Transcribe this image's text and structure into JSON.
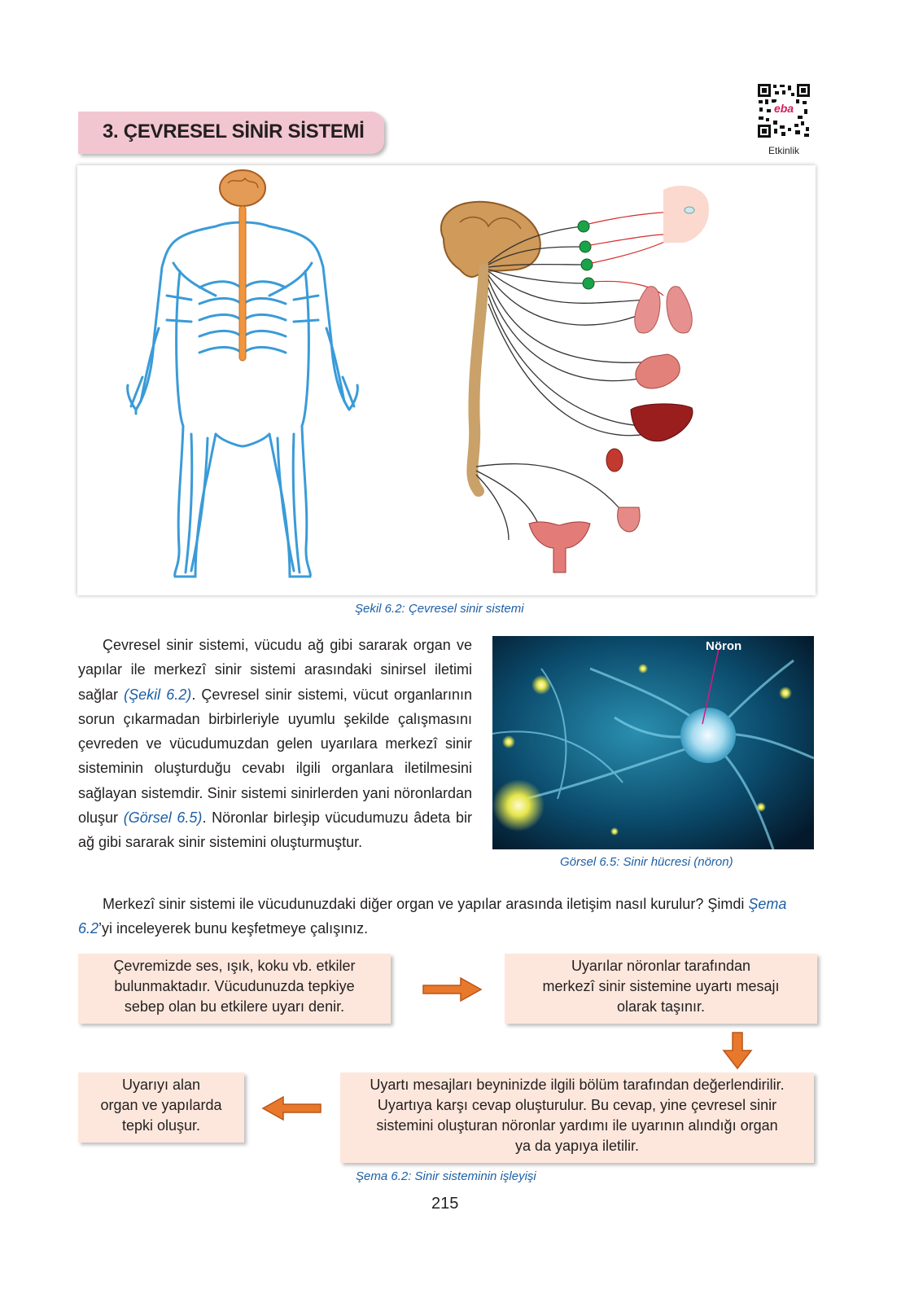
{
  "header": {
    "section_title": "3. ÇEVRESEL SİNİR SİSTEMİ",
    "qr_badge": "eba",
    "qr_caption": "Etkinlik"
  },
  "figure_6_2": {
    "caption": "Şekil 6.2: Çevresel sinir sistemi"
  },
  "body": {
    "p1_a": "Çevresel sinir sistemi, vücudu ağ gibi sararak organ ve yapılar ile merkezî sinir sistemi arasındaki sinirsel iletimi sağlar ",
    "p1_ref1": "(Şekil 6.2)",
    "p1_b": ". Çevresel sinir sistemi, vücut organlarının sorun çıkarmadan birbirleriyle uyumlu şekilde çalışmasını çevreden ve vücudumuzdan gelen uyarılara merkezî sinir sisteminin oluşturduğu cevabı ilgili organlara iletilmesini sağlayan sistemdir. Sinir sistemi sinirlerden yani nöronlardan oluşur ",
    "p1_ref2": "(Görsel 6.5)",
    "p1_c": ". Nöronlar birleşip vücudumuzu âdeta bir ağ gibi sararak sinir sistemini oluşturmuştur.",
    "p2_a": "Merkezî sinir sistemi ile vücudunuzdaki diğer organ ve yapılar arasında iletişim nasıl kurulur? Şimdi ",
    "p2_ref": "Şema 6.2",
    "p2_b": "’yi inceleyerek bunu keşfetmeye çalışınız."
  },
  "neuron_photo": {
    "label": "Nöron",
    "caption": "Görsel 6.5: Sinir hücresi (nöron)"
  },
  "flowchart": {
    "box1": [
      "Çevremizde ses, ışık, koku vb. etkiler",
      "bulunmaktadır. Vücudunuzda tepkiye",
      "sebep olan bu etkilere uyarı denir."
    ],
    "box2": [
      "Uyarılar nöronlar tarafından",
      "merkezî sinir sistemine uyartı mesajı",
      "olarak taşınır."
    ],
    "box3": [
      "Uyartı mesajları beyninizde ilgili bölüm tarafından değerlendirilir.",
      "Uyartıya karşı cevap oluşturulur. Bu cevap, yine çevresel sinir",
      "sistemini oluşturan nöronlar yardımı ile uyarının alındığı organ",
      "ya da yapıya iletilir."
    ],
    "box4": [
      "Uyarıyı alan",
      "organ ve yapılarda",
      "tepki oluşur."
    ],
    "caption": "Şema 6.2: Sinir sisteminin işleyişi",
    "arrow_color": "#e8782b"
  },
  "colors": {
    "banner": "#f2c6d0",
    "caption_blue": "#1d5fa6",
    "flow_box": "#fde7dc"
  },
  "page_number": "215"
}
